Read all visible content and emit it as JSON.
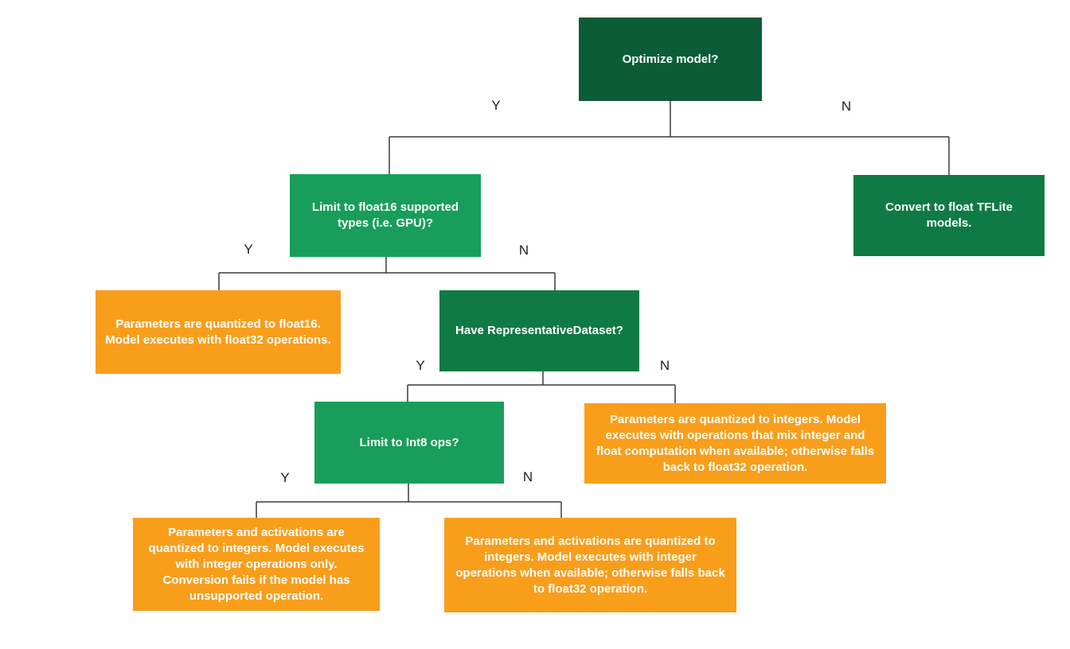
{
  "colors": {
    "dark_green": "#0d5c38",
    "mid_green": "#107a44",
    "light_green": "#189e5a",
    "orange": "#f99e1b",
    "box_text": "#ffffff",
    "edge_label_text": "#212121",
    "line": "#3c3c3c",
    "background": "#ffffff"
  },
  "nodes": {
    "optimize": {
      "label": "Optimize model?",
      "yes": "Y",
      "no": "N"
    },
    "float16": {
      "label": "Limit to float16 supported types (i.e. GPU)?",
      "yes": "Y",
      "no": "N"
    },
    "convert_float": {
      "label": "Convert to float TFLite models."
    },
    "float16_result": {
      "label": "Parameters are quantized to float16. Model executes with float32 operations."
    },
    "representative_dataset": {
      "label": "Have RepresentativeDataset?",
      "yes": "Y",
      "no": "N"
    },
    "int8_ops": {
      "label": "Limit to Int8 ops?",
      "yes": "Y",
      "no": "N"
    },
    "mixed_result": {
      "label": "Parameters are quantized to integers. Model executes with operations that mix integer and float computation when available; otherwise falls back to float32 operation."
    },
    "int_only_result": {
      "label": "Parameters and activations are quantized to integers. Model executes with integer operations only. Conversion fails if the model has unsupported operation."
    },
    "int_fallback_result": {
      "label": "Parameters and activations are quantized to integers. Model executes with integer operations when available; otherwise falls back to float32 operation."
    }
  }
}
